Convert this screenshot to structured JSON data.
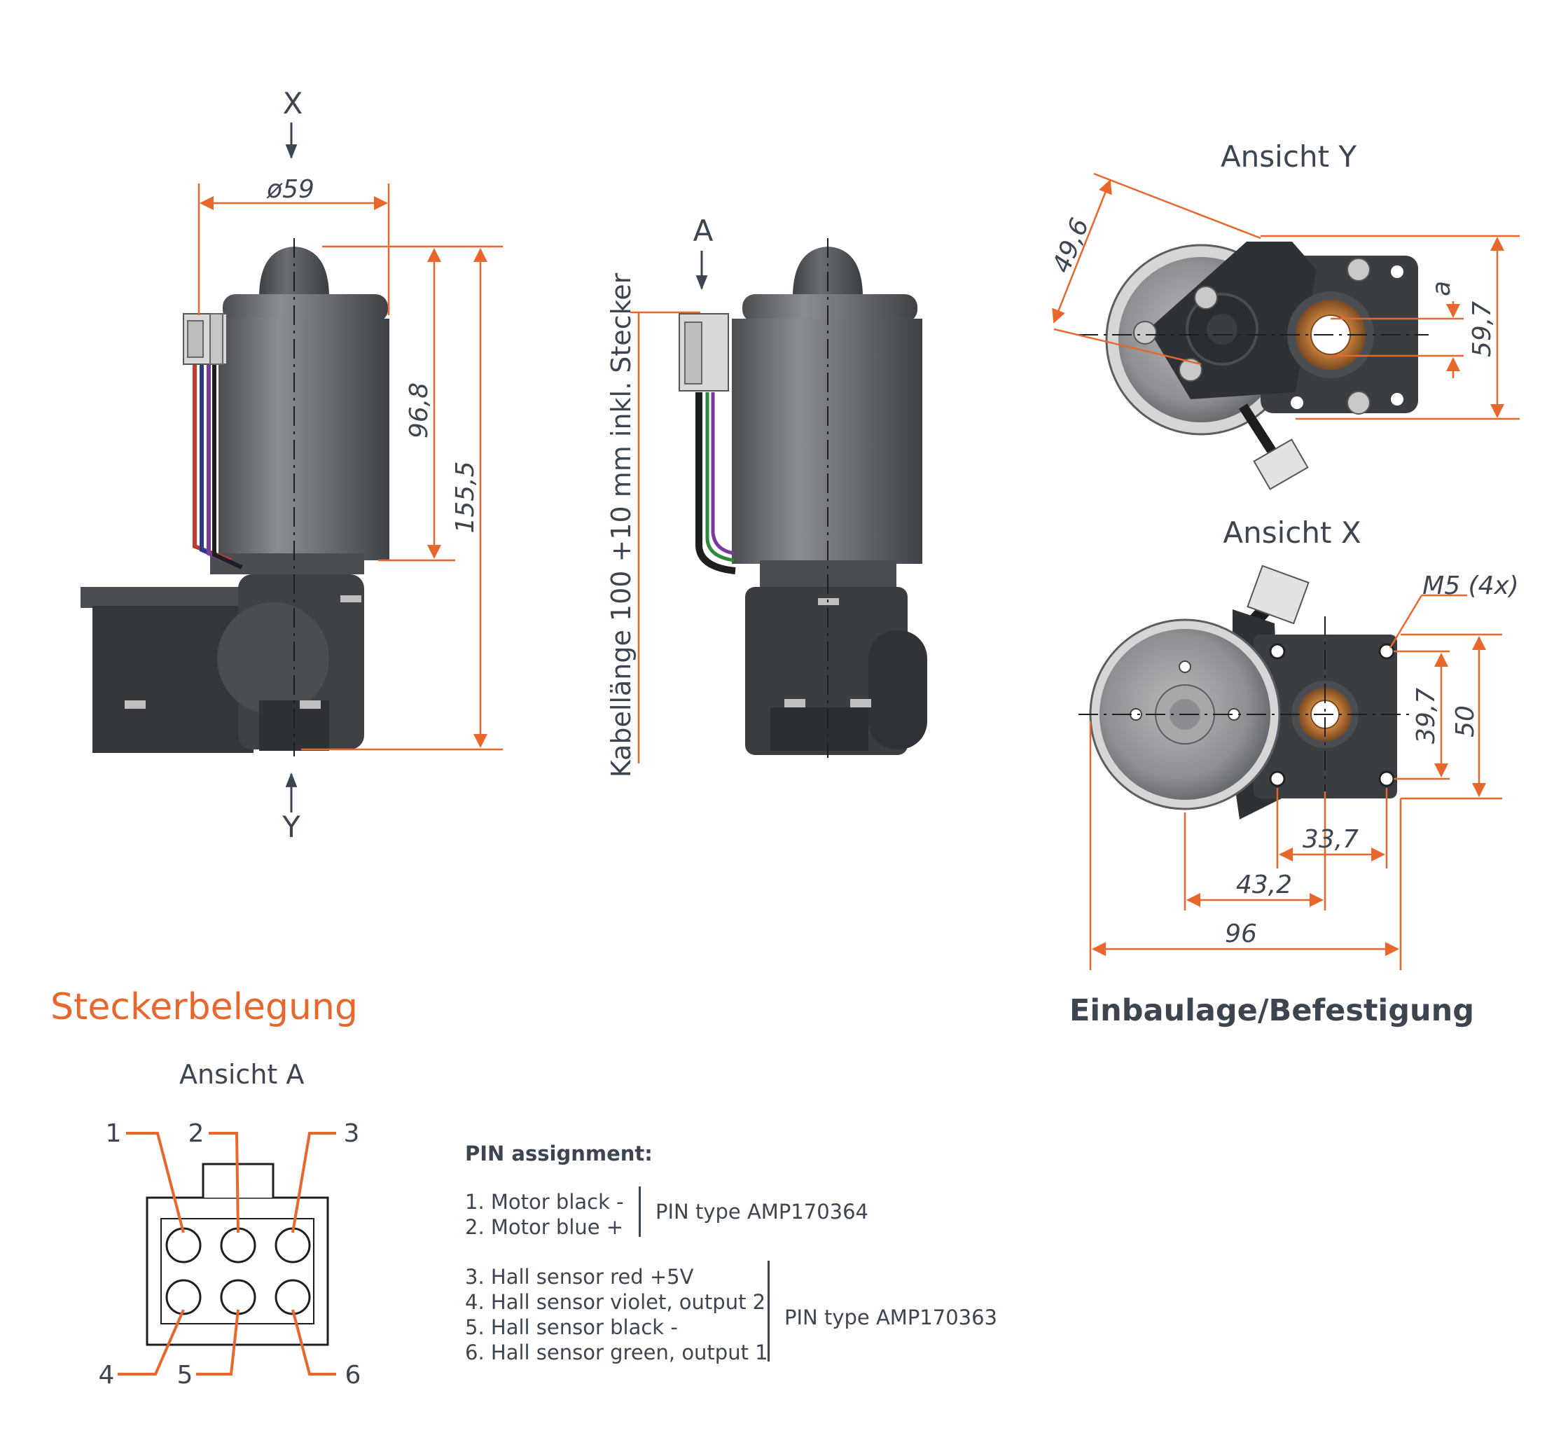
{
  "colors": {
    "accent": "#e8672c",
    "text": "#3d4650",
    "motor_body": "#5e6166",
    "gearbox": "#3a3d42",
    "bronze": "#c07a3a"
  },
  "side_view": {
    "arrow_top_label": "X",
    "arrow_bottom_label": "Y",
    "dim_diameter": "ø59",
    "dim_motor_height": "96,8",
    "dim_total_height": "155,5"
  },
  "front_view": {
    "arrow_label": "A",
    "cable_length_label": "Kabellänge 100 +10 mm inkl. Stecker"
  },
  "view_y": {
    "title": "Ansicht Y",
    "dim_angle": "49,6",
    "dim_a": "a",
    "dim_height": "59,7"
  },
  "view_x": {
    "title": "Ansicht X",
    "thread_label": "M5 (4x)",
    "dim_inner_vertical": "39,7",
    "dim_outer_vertical": "50",
    "dim_bolt_spacing": "33,7",
    "dim_shaft_offset": "43,2",
    "dim_total_width": "96"
  },
  "section_titles": {
    "stecker": "Steckerbelegung",
    "einbau": "Einbaulage/Befestigung"
  },
  "connector": {
    "view_title": "Ansicht A",
    "pin_numbers": [
      "1",
      "2",
      "3",
      "4",
      "5",
      "6"
    ]
  },
  "pin_assignment": {
    "heading": "PIN assignment:",
    "group1": [
      "1. Motor black -",
      "2. Motor blue +"
    ],
    "group1_type": "PIN type AMP170364",
    "group2": [
      "3. Hall sensor red +5V",
      "4. Hall sensor violet, output 2",
      "5. Hall sensor black -",
      "6. Hall sensor green, output 1"
    ],
    "group2_type": "PIN type AMP170363"
  }
}
